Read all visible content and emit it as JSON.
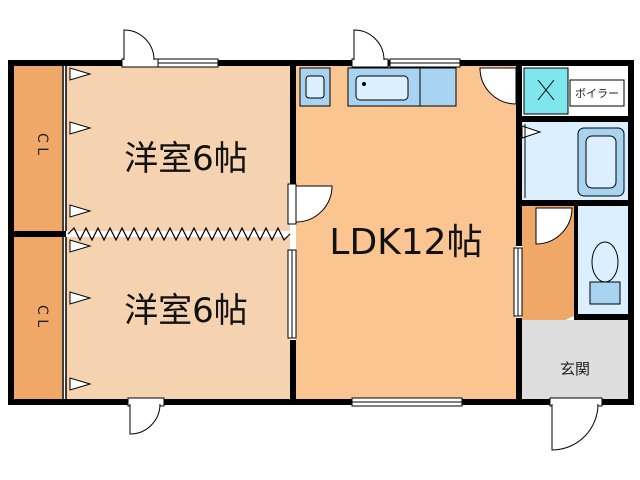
{
  "rooms": {
    "western_room_top": "洋室6帖",
    "western_room_bottom": "洋室6帖",
    "ldk": "LDK12帖",
    "entrance": "玄関",
    "closet_top": "C L",
    "closet_bottom": "C L",
    "boiler": "ボイラー"
  },
  "colors": {
    "wall": "#000000",
    "closet": "#f0a868",
    "western_room": "#f5d2b0",
    "ldk": "#fbc592",
    "wet_area": "#dcefff",
    "fixture": "#a8d4f2",
    "boiler_area": "#7fe6ee",
    "entrance": "#dddddd",
    "corridor": "#f0a868"
  },
  "icons": {
    "door_swing": "door-swing-icon",
    "sliding_door": "sliding-door-icon",
    "toilet": "toilet-icon",
    "sink": "sink-icon",
    "bathtub": "bathtub-icon",
    "window": "window-icon"
  }
}
